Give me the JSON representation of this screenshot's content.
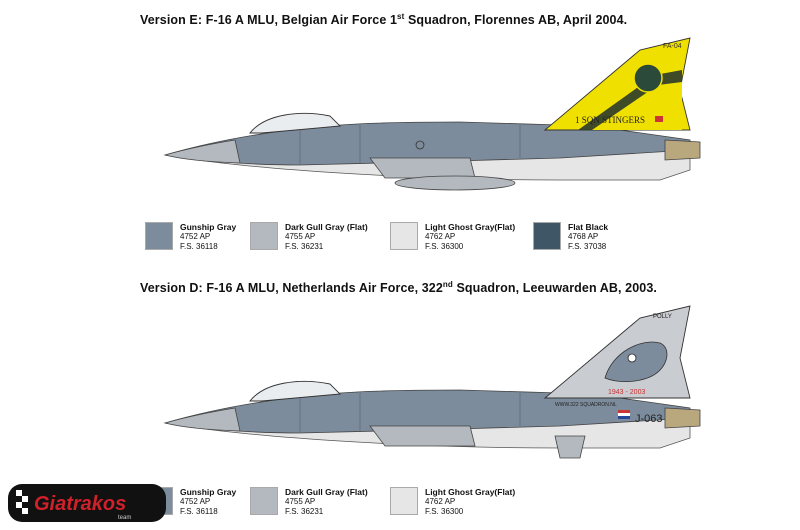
{
  "colors": {
    "gunship_gray": "#7c8c9c",
    "dark_gull_gray": "#b3b9bf",
    "light_ghost_gray": "#e6e6e6",
    "flat_black": "#3f5667",
    "tail_yellow": "#f0e000",
    "logo_red": "#d0202a"
  },
  "version_e": {
    "title_pre": "Version E: F-16 A MLU,  Belgian Air Force 1",
    "title_sup": "st",
    "title_post": " Squadron, Florennes AB, April 2004.",
    "tail_text": "1 SQN   STINGERS",
    "tail_code": "FA-04",
    "swatches": [
      {
        "name": "Gunship Gray",
        "code": "4752 AP",
        "fs": "F.S. 36118",
        "color": "#7c8c9c"
      },
      {
        "name": "Dark Gull Gray (Flat)",
        "code": "4755 AP",
        "fs": "F.S. 36231",
        "color": "#b3b9bf"
      },
      {
        "name": "Light Ghost Gray(Flat)",
        "code": "4762 AP",
        "fs": "F.S. 36300",
        "color": "#e6e6e6"
      },
      {
        "name": "Flat Black",
        "code": "4768 AP",
        "fs": "F.S. 37038",
        "color": "#3f5667"
      }
    ]
  },
  "version_d": {
    "title_pre": "Version D: F-16 A MLU,  Netherlands Air Force, 322",
    "title_sup": "nd",
    "title_post": " Squadron, Leeuwarden AB, 2003.",
    "tail_years": "1943 - 2003",
    "tail_top": "POLLY",
    "fuselage_url": "WWW.322 SQUADRON.NL",
    "serial": "J-063",
    "swatches": [
      {
        "name": "Gunship Gray",
        "code": "4752 AP",
        "fs": "F.S. 36118",
        "color": "#7c8c9c"
      },
      {
        "name": "Dark Gull Gray (Flat)",
        "code": "4755 AP",
        "fs": "F.S. 36231",
        "color": "#b3b9bf"
      },
      {
        "name": "Light Ghost Gray(Flat)",
        "code": "4762 AP",
        "fs": "F.S. 36300",
        "color": "#e6e6e6"
      }
    ]
  },
  "logo": {
    "brand": "Giatrakos",
    "tagline": "team"
  }
}
